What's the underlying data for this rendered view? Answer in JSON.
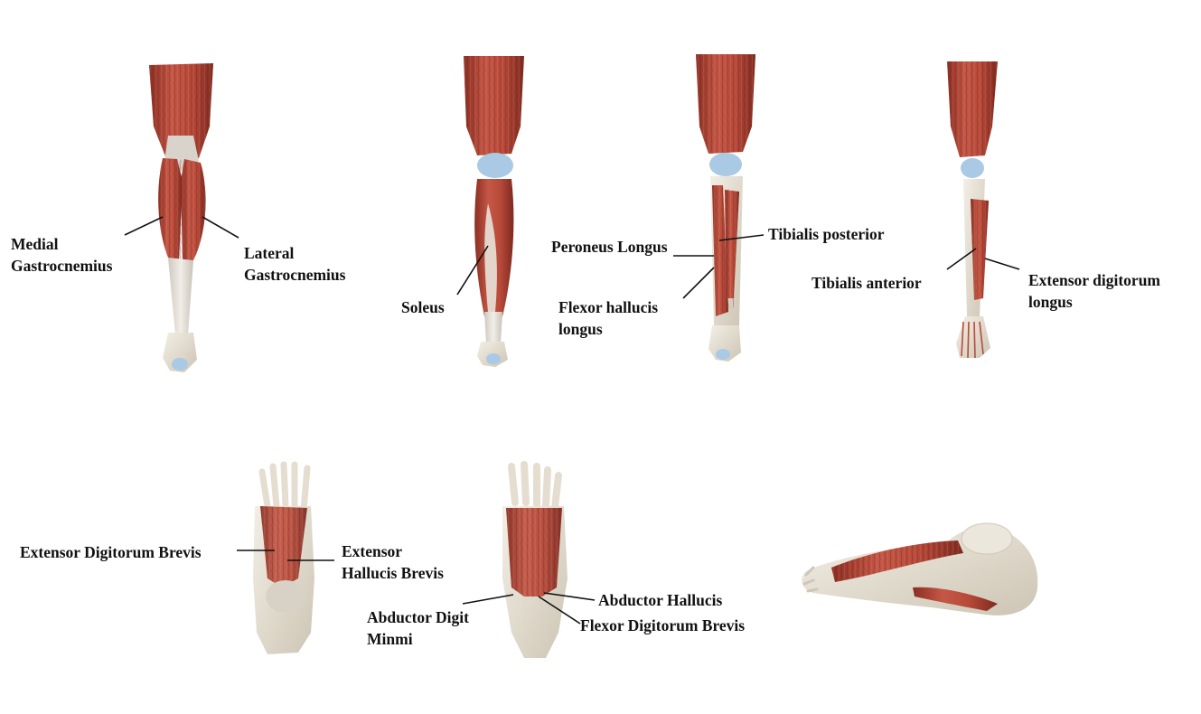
{
  "colors": {
    "muscle": "#b84a3a",
    "muscle_dark": "#8a2e22",
    "muscle_light": "#d9786a",
    "tendon": "#e3dfd6",
    "bone": "#e7e1d4",
    "bone_shade": "#c8c0b0",
    "cartilage": "#a9c9e4",
    "leader_line": "#111111",
    "label_text": "#111111",
    "background": "#ffffff"
  },
  "figures": [
    {
      "name": "posterior-leg-gastrocnemius",
      "view": "posterior"
    },
    {
      "name": "posterior-leg-soleus",
      "view": "posterior"
    },
    {
      "name": "posterior-leg-deep",
      "view": "posterior"
    },
    {
      "name": "anterior-leg",
      "view": "anterior"
    },
    {
      "name": "dorsal-foot",
      "view": "dorsal"
    },
    {
      "name": "plantar-foot",
      "view": "plantar"
    },
    {
      "name": "lateral-foot",
      "view": "lateral"
    }
  ],
  "labels": {
    "medial_gastrocnemius": [
      "Medial",
      "Gastrocnemius"
    ],
    "lateral_gastrocnemius": [
      "Lateral",
      "Gastrocnemius"
    ],
    "soleus": [
      "Soleus"
    ],
    "peroneus_longus": [
      "Peroneus Longus"
    ],
    "tibialis_posterior": [
      "Tibialis posterior"
    ],
    "flexor_hallucis_longus": [
      "Flexor hallucis",
      "longus"
    ],
    "tibialis_anterior": [
      "Tibialis anterior"
    ],
    "extensor_digitorum_longus": [
      "Extensor digitorum",
      "longus"
    ],
    "extensor_digitorum_brevis": [
      "Extensor Digitorum Brevis"
    ],
    "extensor_hallucis_brevis": [
      "Extensor",
      "Hallucis Brevis"
    ],
    "abductor_hallucis": [
      "Abductor Hallucis"
    ],
    "abductor_digit_minmi": [
      "Abductor Digit",
      "Minmi"
    ],
    "flexor_digitorum_brevis": [
      "Flexor Digitorum Brevis"
    ]
  }
}
